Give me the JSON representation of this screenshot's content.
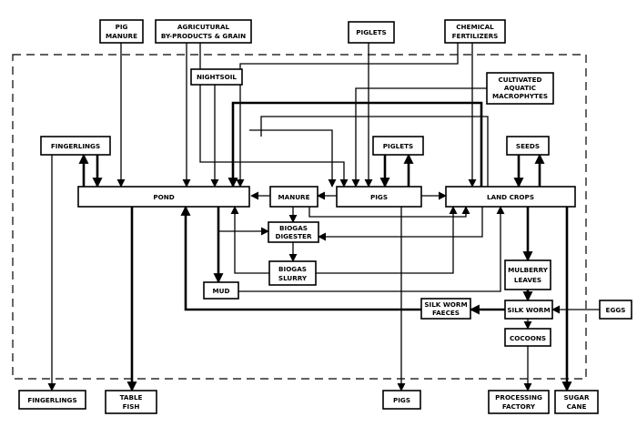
{
  "nodes": {
    "pig_manure": [
      "PIG",
      "MANURE"
    ],
    "agri": [
      "AGRICUTURAL",
      "BY-PRODUCTS & GRAIN"
    ],
    "piglets_top": [
      "PIGLETS"
    ],
    "chem": [
      "CHEMICAL",
      "FERTILIZERS"
    ],
    "nightsoil": [
      "NIGHTSOIL"
    ],
    "macro": [
      "CULTIVATED",
      "AQUATIC",
      "MACROPHYTES"
    ],
    "fingerlings_in": [
      "FINGERLINGS"
    ],
    "piglets_mid": [
      "PIGLETS"
    ],
    "seeds": [
      "SEEDS"
    ],
    "pond": [
      "POND"
    ],
    "manure": [
      "MANURE"
    ],
    "pigs": [
      "PIGS"
    ],
    "landcrops": [
      "LAND CROPS"
    ],
    "digester": [
      "BIOGAS",
      "DIGESTER"
    ],
    "slurry": [
      "BIOGAS",
      "SLURRY"
    ],
    "mulberry": [
      "MULBERRY",
      "LEAVES"
    ],
    "mud": [
      "MUD"
    ],
    "faeces": [
      "SILK WORM",
      "FAECES"
    ],
    "silkworm": [
      "SILK WORM"
    ],
    "eggs": [
      "EGGS"
    ],
    "cocoons": [
      "COCOONS"
    ],
    "fingerlings_out": [
      "FINGERLINGS"
    ],
    "table_fish": [
      "TABLE",
      "FISH"
    ],
    "pigs_out": [
      "PIGS"
    ],
    "processing": [
      "PROCESSING",
      "FACTORY"
    ],
    "sugar": [
      "SUGAR",
      "CANE"
    ]
  }
}
